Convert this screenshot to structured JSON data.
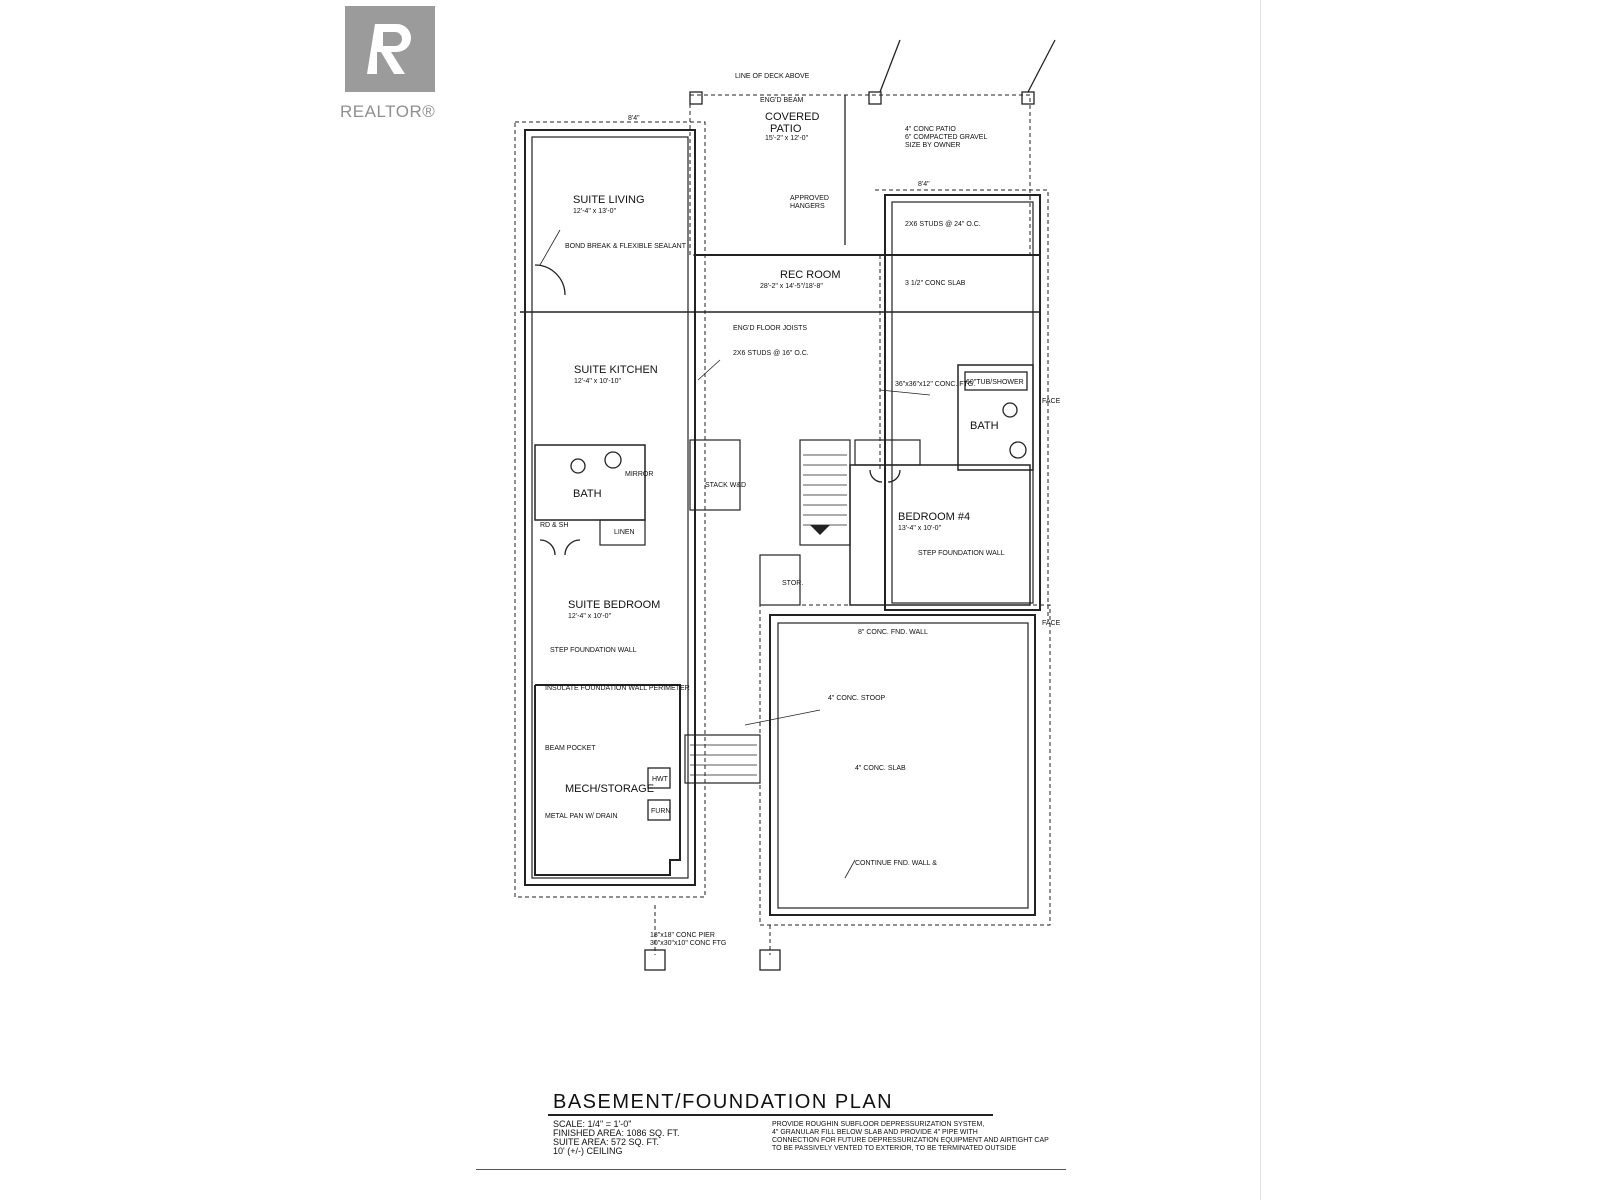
{
  "brand": {
    "logo_text": "REALTOR®"
  },
  "title": {
    "main": "BASEMENT/FOUNDATION  PLAN"
  },
  "specs": {
    "scale": "SCALE: 1/4\" = 1'-0\"",
    "finished_area": "FINISHED AREA: 1086 SQ. FT.",
    "suite_area": "SUITE AREA: 572 SQ. FT.",
    "ceiling": "10' (+/-) CEILING"
  },
  "notes": [
    "PROVIDE ROUGHIN SUBFLOOR DEPRESSURIZATION SYSTEM,",
    "4\" GRANULAR FILL BELOW SLAB AND PROVIDE 4\" PIPE WITH",
    "CONNECTION FOR FUTURE DEPRESSURIZATION EQUIPMENT AND AIRTIGHT CAP",
    "TO BE PASSIVELY VENTED TO EXTERIOR, TO BE TERMINATED OUTSIDE",
    ""
  ],
  "plan": {
    "patio_name": "COVERED",
    "patio_name_2": "PATIO",
    "patio_size": "15'-2\" x 12'-0\"",
    "deck_above": "LINE OF DECK ABOVE",
    "beam": "ENG'D BEAM",
    "patio_note_1": "4\" CONC PATIO",
    "patio_note_2": "6\" COMPACTED GRAVEL",
    "patio_note_3": "SIZE BY OWNER",
    "hangers": "APPROVED",
    "hangers_2": "HANGERS",
    "dim_a": "8'4\"",
    "suite_living": "SUITE LIVING",
    "suite_living_size": "12'-4\" x 13'-0\"",
    "bond_break": "BOND BREAK & FLEXIBLE SEALANT",
    "rec_room": "REC ROOM",
    "rec_room_size": "28'-2\" x 14'-5\"/18'-8\"",
    "joists": "ENG'D FLOOR JOISTS",
    "studs": "2X6 STUDS @ 16\" O.C.",
    "studs_24": "2X6 STUDS @ 24\" O.C.",
    "slab": "3 1/2\" CONC SLAB",
    "suite_kitchen": "SUITE KITCHEN",
    "suite_kitchen_size": "12'-4\" x 10'-10\"",
    "bath": "BATH",
    "mirror": "MIRROR",
    "rd_sh": "RD & SH",
    "linen": "LINEN",
    "stack": "STACK W&D",
    "suite_bedroom": "SUITE BEDROOM",
    "suite_bedroom_size": "12'-4\" x 10'-0\"",
    "step_wall": "STEP FOUNDATION WALL",
    "bedroom4": "BEDROOM #4",
    "bedroom4_size": "13'-4\" x 10'-0\"",
    "tub": "60\"TUB/SHOWER",
    "conc_ftg": "36\"x36\"x12\" CONC. FTG.",
    "stor": "STOR.",
    "fnd_wall": "8\" CONC. FND. WALL",
    "stoop": "4\" CONC. STOOP",
    "conc_slab": "4\" CONC. SLAB",
    "continue_wall": "CONTINUE FND. WALL &",
    "insulate": "INSULATE FOUNDATION WALL PERIMETER",
    "beam_pocket": "BEAM POCKET",
    "mech": "MECH/STORAGE",
    "metal_pan": "METAL PAN W/ DRAIN",
    "hwt": "HWT",
    "furn": "FURN",
    "pier": "18\"x18\" CONC PIER",
    "pier_2": "30\"x30\"x10\" CONC FTG",
    "face": "FACE"
  }
}
